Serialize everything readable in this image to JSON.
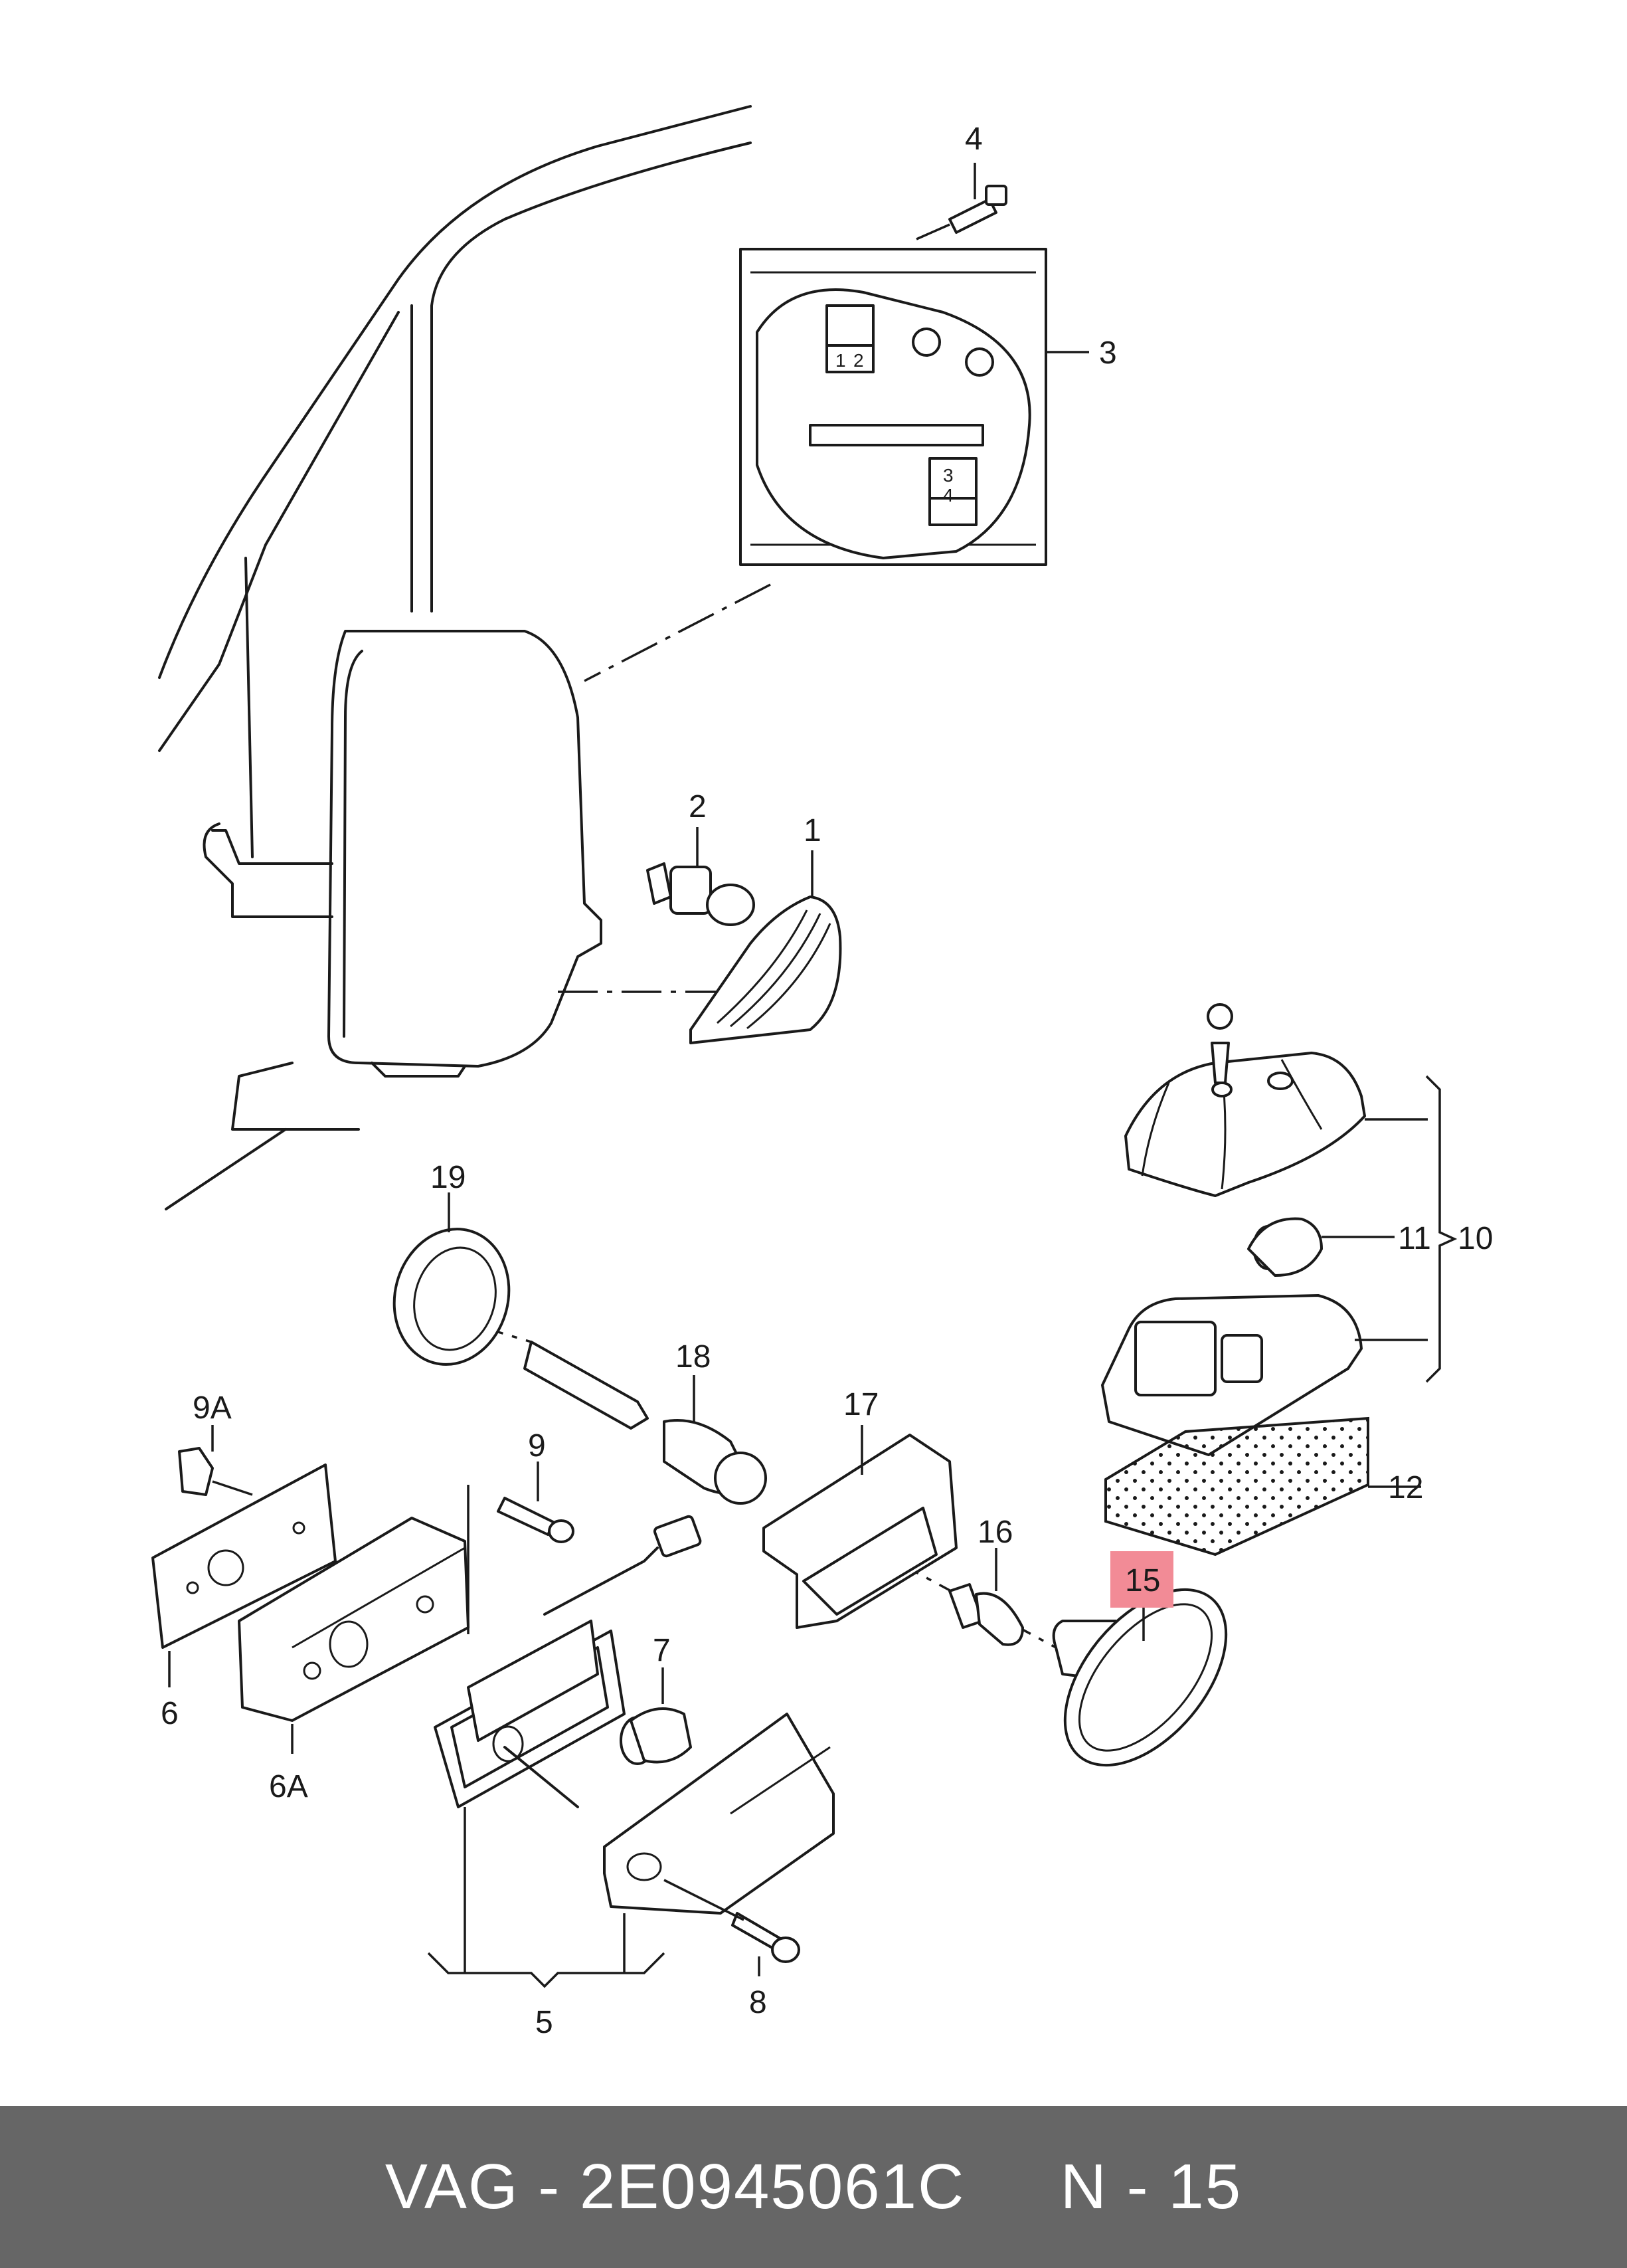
{
  "diagram": {
    "callouts": {
      "c1": "1",
      "c2": "2",
      "c3": "3",
      "c4": "4",
      "c5": "5",
      "c6": "6",
      "c6a": "6A",
      "c7": "7",
      "c8": "8",
      "c9": "9",
      "c9a": "9A",
      "c10": "10",
      "c11": "11",
      "c12": "12",
      "c15": "15",
      "c16": "16",
      "c17": "17",
      "c18": "18",
      "c19": "19"
    },
    "relay_labels": {
      "r1": "1",
      "r2": "2",
      "r3": "3",
      "r4": "4"
    },
    "highlighted_part": "15",
    "highlight_color": "#f28b96"
  },
  "footer": {
    "text": "VAG - 2E0945061C     N - 15",
    "background": "#666666",
    "text_color": "#ffffff"
  }
}
